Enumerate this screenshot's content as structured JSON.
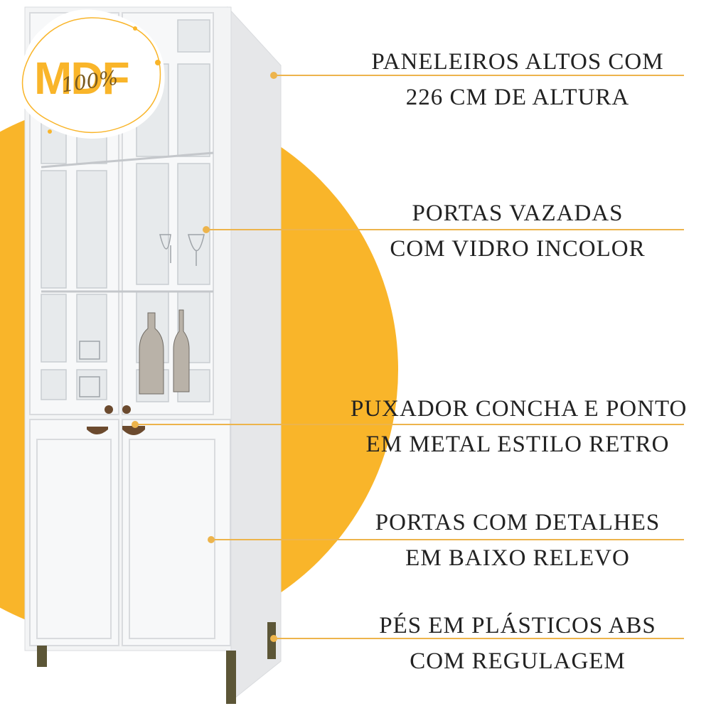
{
  "colors": {
    "accent": "#F9B52A",
    "leader": "#EDB44C",
    "text": "#222222",
    "cabinet": "#F3F4F5",
    "cabinet_edge": "#D9DBDE",
    "glass": "#E7EAEC",
    "handle": "#6B4A2E",
    "feet": "#5C5637"
  },
  "badge": {
    "brand": "MDF",
    "percent": "100%"
  },
  "features": [
    {
      "line1": "PANELEIROS ALTOS COM",
      "line2": "226 CM DE ALTURA"
    },
    {
      "line1": "PORTAS VAZADAS",
      "line2": "COM VIDRO INCOLOR"
    },
    {
      "line1": "PUXADOR CONCHA E PONTO",
      "line2": "EM METAL ESTILO RETRO"
    },
    {
      "line1": "PORTAS COM DETALHES",
      "line2": "EM BAIXO RELEVO"
    },
    {
      "line1": "PÉS EM PLÁSTICOS ABS",
      "line2": "COM REGULAGEM"
    }
  ]
}
